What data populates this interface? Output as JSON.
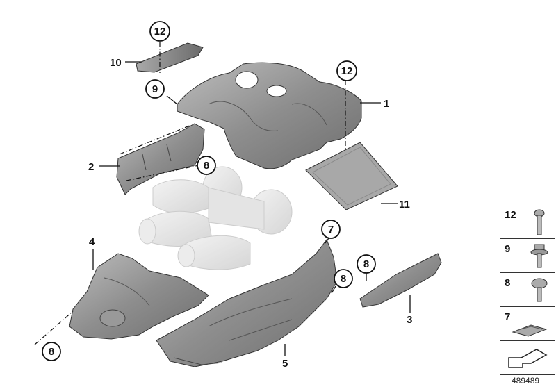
{
  "callouts": [
    {
      "id": "c1",
      "text": "1",
      "circled": false
    },
    {
      "id": "c2",
      "text": "2",
      "circled": false
    },
    {
      "id": "c3",
      "text": "3",
      "circled": false
    },
    {
      "id": "c4",
      "text": "4",
      "circled": false
    },
    {
      "id": "c5",
      "text": "5",
      "circled": false
    },
    {
      "id": "c7",
      "text": "7",
      "circled": true
    },
    {
      "id": "c8a",
      "text": "8",
      "circled": true
    },
    {
      "id": "c8b",
      "text": "8",
      "circled": true
    },
    {
      "id": "c8c",
      "text": "8",
      "circled": true
    },
    {
      "id": "c8d",
      "text": "8",
      "circled": true
    },
    {
      "id": "c9",
      "text": "9",
      "circled": true
    },
    {
      "id": "c10",
      "text": "10",
      "circled": false
    },
    {
      "id": "c11",
      "text": "11",
      "circled": false
    },
    {
      "id": "c12a",
      "text": "12",
      "circled": true
    },
    {
      "id": "c12b",
      "text": "12",
      "circled": true
    }
  ],
  "legend": [
    {
      "number": "12",
      "icon": "long-bolt-icon"
    },
    {
      "number": "9",
      "icon": "flange-bolt-icon"
    },
    {
      "number": "8",
      "icon": "short-bolt-icon"
    },
    {
      "number": "7",
      "icon": "clip-nut-icon"
    },
    {
      "number": "",
      "icon": "arrow-indicator-icon"
    }
  ],
  "reference_number": "489489"
}
